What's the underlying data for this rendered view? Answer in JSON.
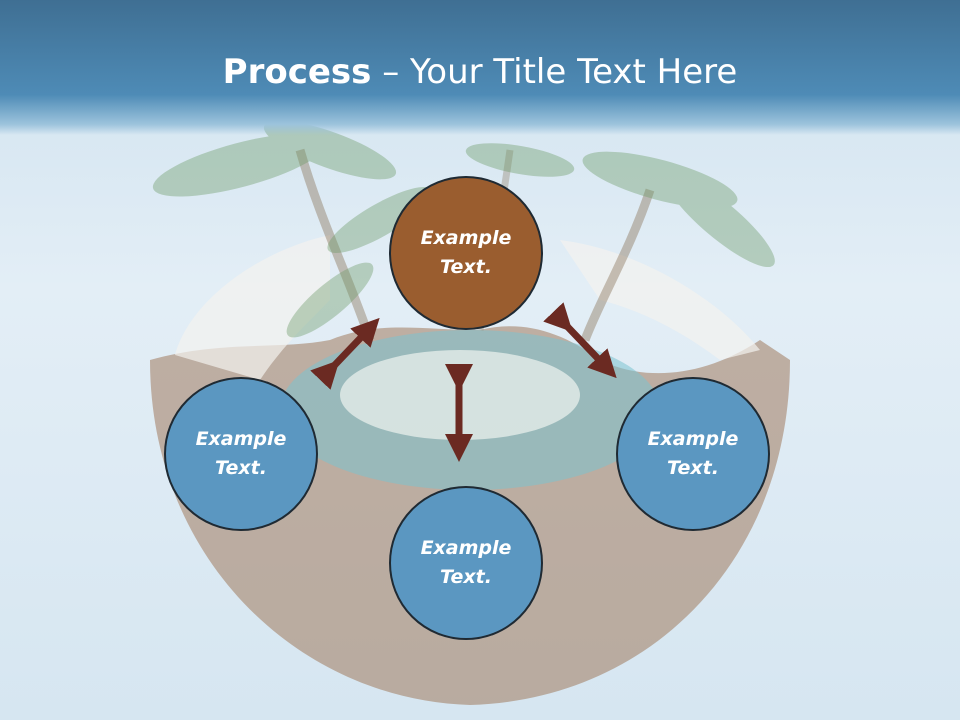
{
  "slide": {
    "title_bold": "Process",
    "title_sep": " – ",
    "title_rest": "Your Title Text Here"
  },
  "nodes": [
    {
      "text": "Example\nText."
    },
    {
      "text": "Example\nText."
    },
    {
      "text": "Example\nText."
    },
    {
      "text": "Example\nText."
    }
  ],
  "colors": {
    "header": "#4e8bb6",
    "node_blue": "#5b97c1",
    "node_brown": "#9a5d2f",
    "arrow": "#6b2a22"
  }
}
